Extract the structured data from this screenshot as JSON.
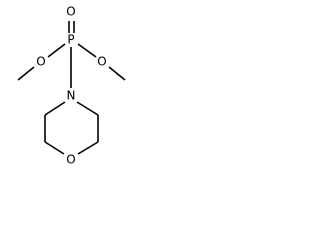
{
  "molecule": {
    "atoms": {
      "phosphorus": "P",
      "oxo_oxygen": "O",
      "methoxy_oxygen_left": "O",
      "methoxy_oxygen_right": "O",
      "nitrogen": "N",
      "ring_oxygen": "O"
    },
    "colors": {
      "bond": "#000000",
      "label": "#000000",
      "background": "#ffffff"
    }
  }
}
